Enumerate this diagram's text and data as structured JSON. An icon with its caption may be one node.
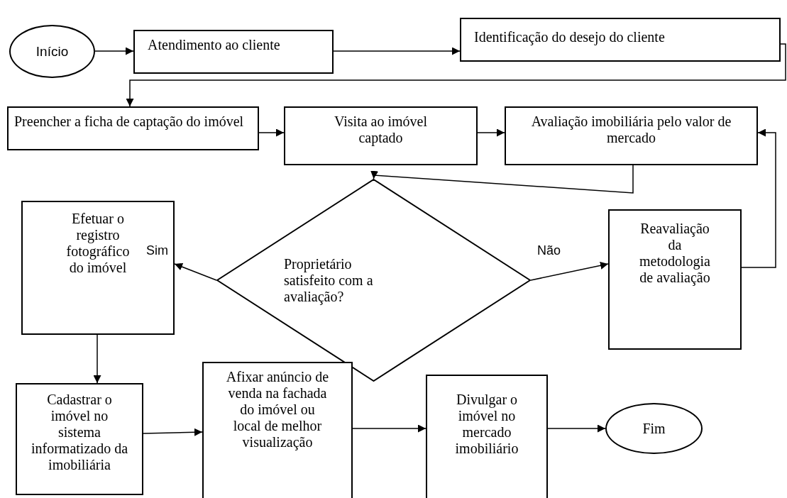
{
  "diagram": {
    "nodes": [
      {
        "text": [
          "Início"
        ]
      },
      {
        "text": [
          "Atendimento ao cliente"
        ]
      },
      {
        "text": [
          "Identificação do desejo do cliente"
        ]
      },
      {
        "text": [
          "Preencher a ficha de captação do imóvel"
        ]
      },
      {
        "text": [
          "Visita ao imóvel captado"
        ]
      },
      {
        "text": [
          "Avaliação imobiliária pelo valor de mercado"
        ]
      },
      {
        "text": [
          "Proprietário satisfeito com a avaliação?"
        ]
      },
      {
        "text": [
          "Efetuar o registro fotográfico do imóvel"
        ]
      },
      {
        "text": [
          "Reavaliação da metodologia de avaliação"
        ]
      },
      {
        "text": [
          "Cadastrar o imóvel no sistema informatizado da imobiliária"
        ]
      },
      {
        "text": [
          "Afixar anúncio de venda na fachada do imóvel ou local de melhor visualização"
        ]
      },
      {
        "text": [
          "Divulgar o imóvel no mercado imobiliário"
        ]
      },
      {
        "text": [
          "Fim"
        ]
      }
    ],
    "edges": [
      {
        "from": 0,
        "to": 1,
        "arrow": "to"
      },
      {
        "from": 1,
        "to": 2,
        "arrow": "to"
      },
      {
        "from": 2,
        "to": 3,
        "arrow": "to"
      },
      {
        "from": 3,
        "to": 4,
        "arrow": "to"
      },
      {
        "from": 4,
        "to": 5,
        "arrow": "to"
      },
      {
        "from": 5,
        "to": 6,
        "arrow": "to"
      },
      {
        "from": 6,
        "to": 7,
        "label": "Sim",
        "arrow": "to"
      },
      {
        "from": 6,
        "to": 8,
        "label": "Não",
        "arrow": "to"
      },
      {
        "from": 8,
        "to": 5,
        "arrow": "to"
      },
      {
        "from": 7,
        "to": 9,
        "arrow": "to"
      },
      {
        "from": 9,
        "to": 10,
        "arrow": "to"
      },
      {
        "from": 10,
        "to": 11,
        "arrow": "to"
      },
      {
        "from": 11,
        "to": 12,
        "arrow": "to"
      }
    ]
  }
}
